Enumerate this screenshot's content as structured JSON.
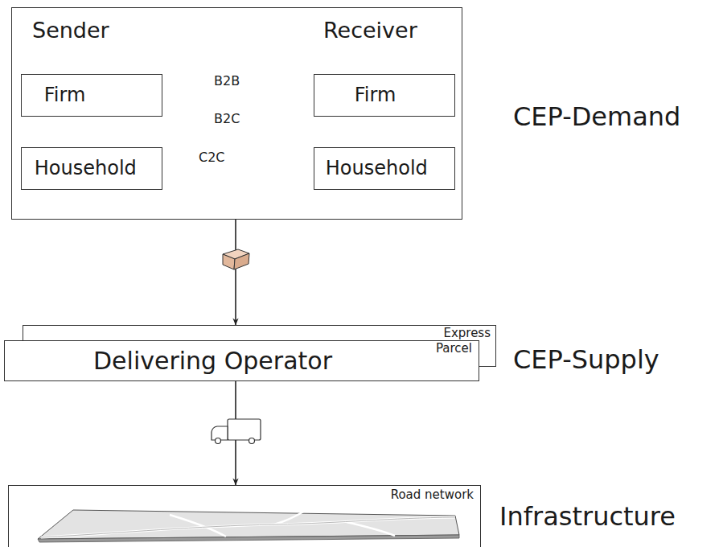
{
  "diagram": {
    "nodes": [
      {
        "text": [
          "Sender",
          "Receiver"
        ]
      },
      {
        "text": [
          "Firm"
        ],
        "in": 0
      },
      {
        "text": [
          "Firm"
        ],
        "in": 0
      },
      {
        "text": [
          "Household"
        ],
        "in": 0
      },
      {
        "text": [
          "Household"
        ],
        "in": 0
      },
      {
        "text": [
          "Express"
        ]
      },
      {
        "text": [
          "Delivering Operator",
          "Parcel"
        ]
      },
      {
        "text": [
          "Road network"
        ]
      }
    ],
    "edges": [
      {
        "from": 1,
        "to": 2,
        "label": "B2B",
        "arrow": "to"
      },
      {
        "from": 1,
        "to": 4,
        "label": "B2C",
        "arrow": "to"
      },
      {
        "from": 3,
        "to": 4,
        "label": "C2C",
        "arrow": "to"
      },
      {
        "from": 0,
        "to": 5,
        "arrow": "to"
      },
      {
        "from": 6,
        "to": 7,
        "arrow": "to"
      }
    ],
    "labels": [
      "CEP-Demand",
      "CEP-Supply",
      "Infrastructure"
    ]
  }
}
